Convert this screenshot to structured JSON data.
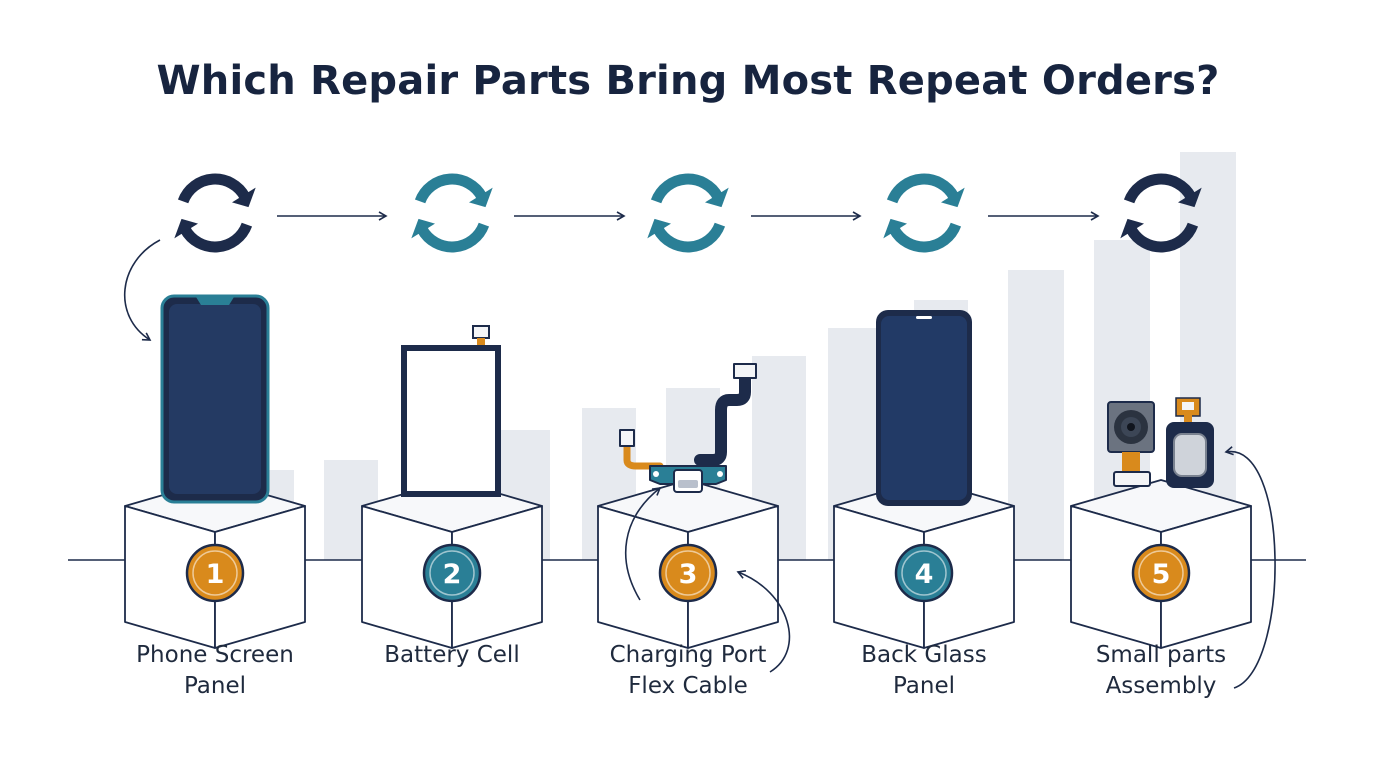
{
  "title": "Which Repair Parts Bring Most Repeat Orders?",
  "colors": {
    "navy": "#1d2b4a",
    "teal": "#2a7f96",
    "orange": "#d98a1c",
    "bars": "#e6e9ee",
    "screen": "#243a63"
  },
  "steps": [
    {
      "number": "1",
      "line1": "Phone Screen",
      "line2": "Panel",
      "badge_color": "orange",
      "cycle_color": "navy",
      "icon": "phone-screen-icon"
    },
    {
      "number": "2",
      "line1": "Battery Cell",
      "line2": "",
      "badge_color": "teal",
      "cycle_color": "teal",
      "icon": "battery-icon"
    },
    {
      "number": "3",
      "line1": "Charging Port",
      "line2": "Flex Cable",
      "badge_color": "orange",
      "cycle_color": "teal",
      "icon": "flex-cable-icon"
    },
    {
      "number": "4",
      "line1": "Back Glass",
      "line2": "Panel",
      "badge_color": "teal",
      "cycle_color": "teal",
      "icon": "back-glass-icon"
    },
    {
      "number": "5",
      "line1": "Small parts",
      "line2": "Assembly",
      "badge_color": "orange",
      "cycle_color": "navy",
      "icon": "camera-speaker-icon"
    }
  ]
}
